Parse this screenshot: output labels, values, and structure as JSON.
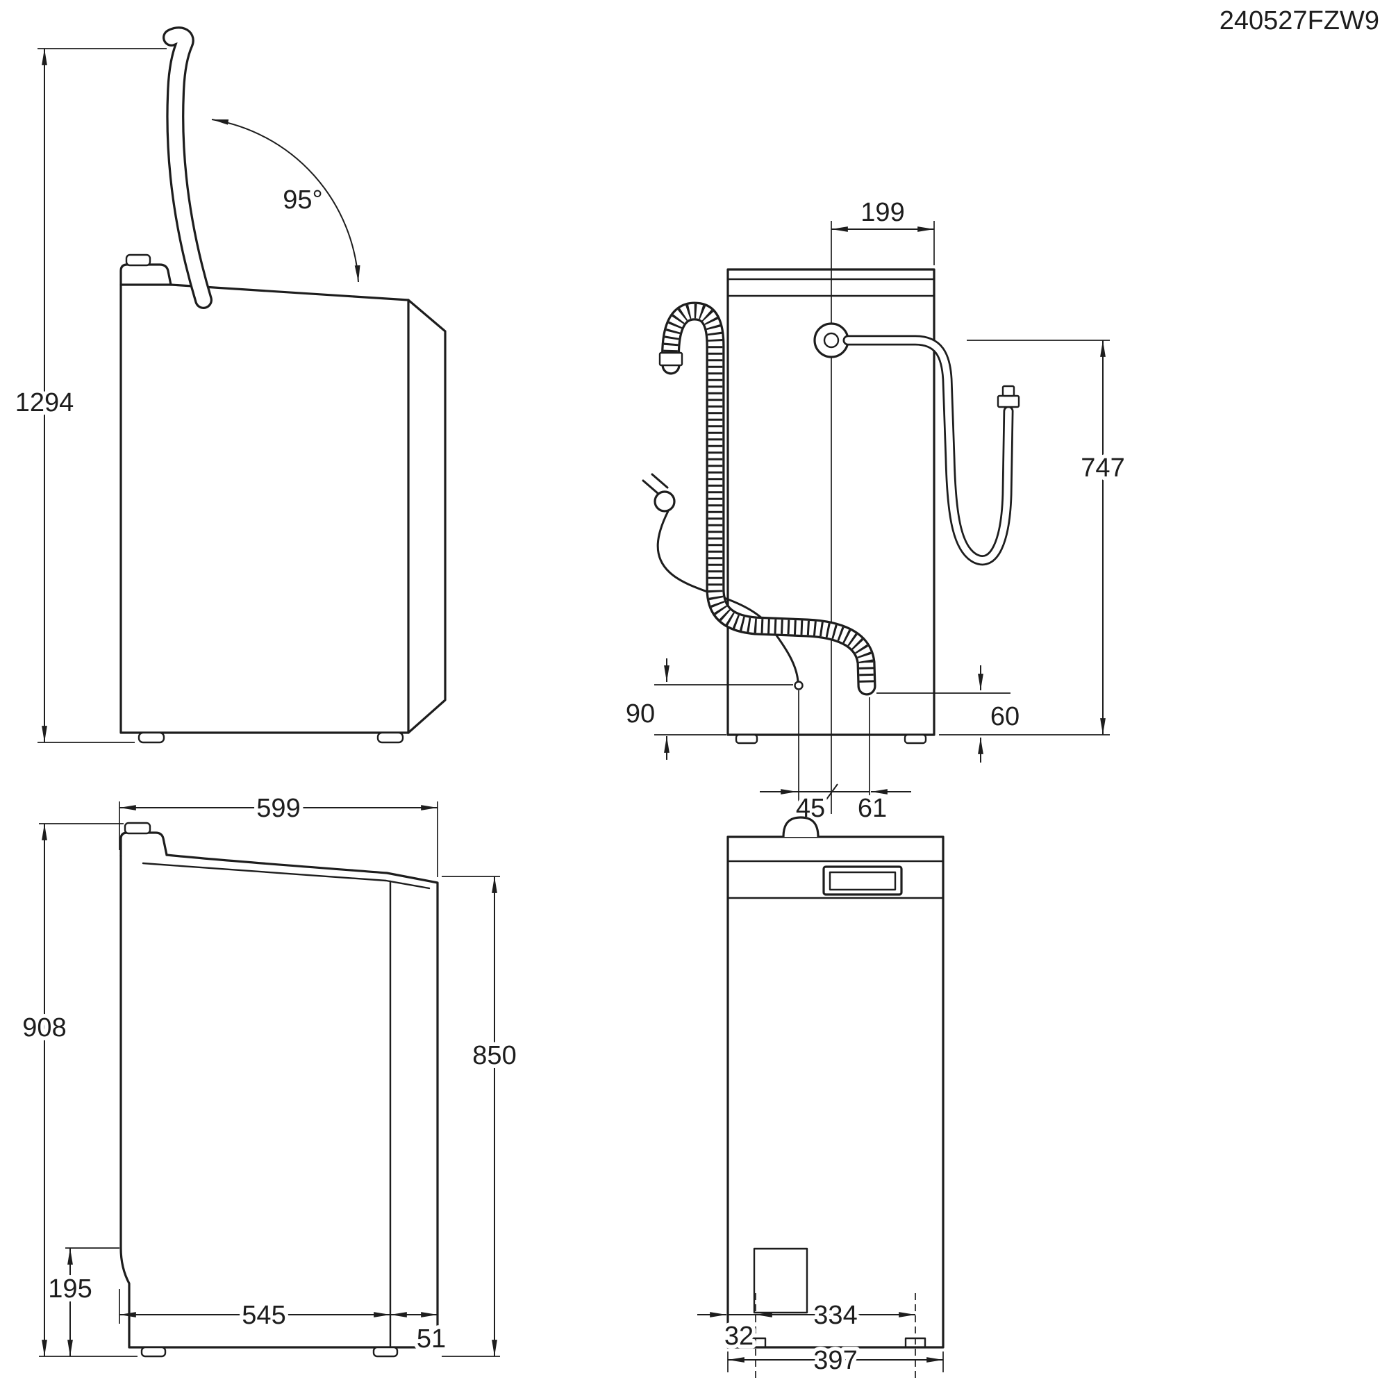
{
  "page": {
    "code": "240527FZW9",
    "colors": {
      "line": "#1d1d1d",
      "bg": "#ffffff"
    }
  },
  "views": {
    "side_lid_open": {
      "dims": {
        "height_lid_open": "1294",
        "lid_angle": "95°"
      }
    },
    "rear": {
      "dims": {
        "inlet_offset_from_right": "199",
        "inlet_hose_height": "747",
        "cord_exit_height": "90",
        "drain_hose_exit_height": "60",
        "cord_offset_from_center": "45",
        "drain_offset_from_center": "61"
      }
    },
    "side_closed": {
      "dims": {
        "depth": "599",
        "height_total": "908",
        "height_cabinet": "850",
        "plinth_height": "195",
        "depth_body": "545",
        "depth_rear_extra": "51"
      }
    },
    "front": {
      "dims": {
        "feet_distance": "334",
        "foot_edge_offset": "32",
        "width": "397"
      }
    }
  }
}
